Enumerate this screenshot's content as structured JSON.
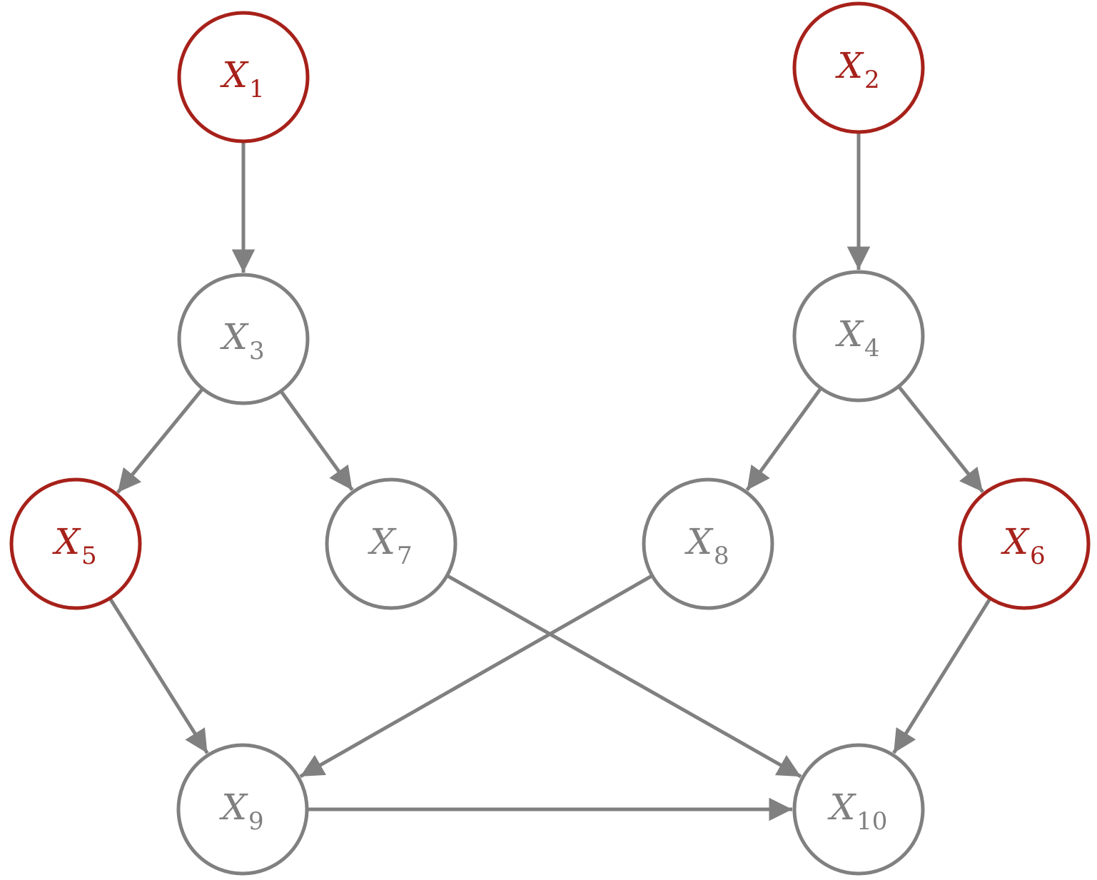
{
  "colors": {
    "highlight": "#A6211A",
    "normal": "#808080",
    "edge": "#808080",
    "background": "#FFFFFF"
  },
  "nodes": [
    {
      "id": "X1",
      "letter": "X",
      "sub": "1",
      "highlighted": true
    },
    {
      "id": "X2",
      "letter": "X",
      "sub": "2",
      "highlighted": true
    },
    {
      "id": "X3",
      "letter": "X",
      "sub": "3",
      "highlighted": false
    },
    {
      "id": "X4",
      "letter": "X",
      "sub": "4",
      "highlighted": false
    },
    {
      "id": "X5",
      "letter": "X",
      "sub": "5",
      "highlighted": true
    },
    {
      "id": "X7",
      "letter": "X",
      "sub": "7",
      "highlighted": false
    },
    {
      "id": "X8",
      "letter": "X",
      "sub": "8",
      "highlighted": false
    },
    {
      "id": "X6",
      "letter": "X",
      "sub": "6",
      "highlighted": true
    },
    {
      "id": "X9",
      "letter": "X",
      "sub": "9",
      "highlighted": false
    },
    {
      "id": "X10",
      "letter": "X",
      "sub": "10",
      "highlighted": false
    }
  ],
  "edges": [
    {
      "from": "X1",
      "to": "X3"
    },
    {
      "from": "X2",
      "to": "X4"
    },
    {
      "from": "X3",
      "to": "X5"
    },
    {
      "from": "X3",
      "to": "X7"
    },
    {
      "from": "X4",
      "to": "X8"
    },
    {
      "from": "X4",
      "to": "X6"
    },
    {
      "from": "X5",
      "to": "X9"
    },
    {
      "from": "X7",
      "to": "X10"
    },
    {
      "from": "X8",
      "to": "X9"
    },
    {
      "from": "X6",
      "to": "X10"
    },
    {
      "from": "X9",
      "to": "X10"
    }
  ]
}
